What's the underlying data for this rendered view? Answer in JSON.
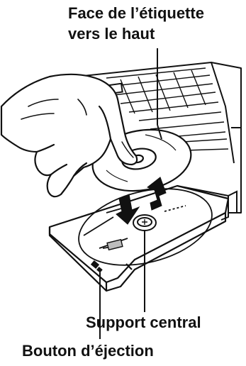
{
  "labels": {
    "top_line_1": "Face de l’étiquette",
    "top_line_2": "vers le haut",
    "support_central": "Support central",
    "eject_button": "Bouton d’éjection"
  },
  "colors": {
    "ink": "#111111",
    "background": "#ffffff",
    "shade": "#bdbdbd"
  }
}
